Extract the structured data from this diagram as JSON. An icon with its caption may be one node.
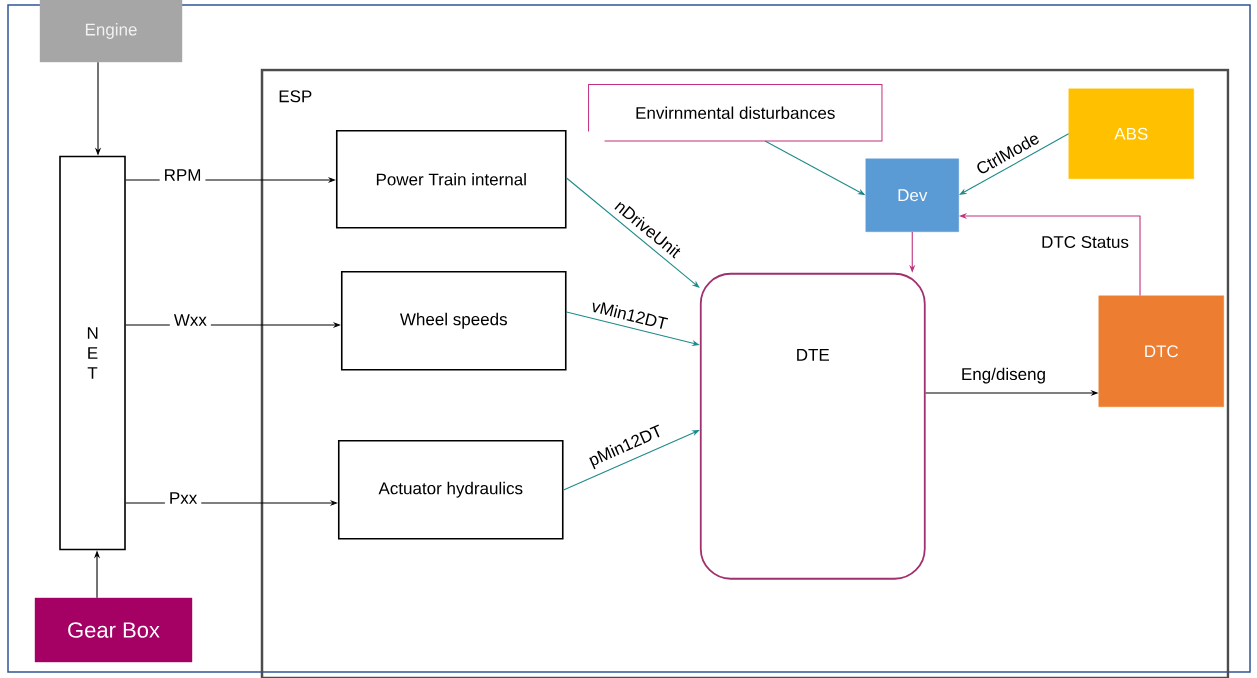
{
  "diagram": {
    "nodes": [
      {
        "text": [
          "Engine"
        ]
      },
      {
        "text": [
          "N E T"
        ]
      },
      {
        "text": [
          "Gear Box"
        ]
      },
      {
        "text": [
          "ESP"
        ]
      },
      {
        "text": [
          "Power Train internal"
        ],
        "in": 3
      },
      {
        "text": [
          "Wheel speeds"
        ],
        "in": 3
      },
      {
        "text": [
          "Actuator hydraulics"
        ],
        "in": 3
      },
      {
        "text": [
          "Envirnmental disturbances"
        ],
        "in": 3
      },
      {
        "text": [
          "Dev"
        ],
        "in": 3
      },
      {
        "text": [
          "ABS"
        ],
        "in": 3
      },
      {
        "text": [
          "DTE"
        ],
        "in": 3
      },
      {
        "text": [
          "DTC"
        ],
        "in": 3
      }
    ],
    "edges": [
      {
        "from": 0,
        "to": 1,
        "arrow": "to"
      },
      {
        "from": 2,
        "to": 1,
        "arrow": "to"
      },
      {
        "from": 1,
        "to": 4,
        "arrow": "to",
        "label": "RPM"
      },
      {
        "from": 1,
        "to": 5,
        "arrow": "to",
        "label": "Wxx"
      },
      {
        "from": 1,
        "to": 6,
        "arrow": "to",
        "label": "Pxx"
      },
      {
        "from": 4,
        "to": 10,
        "arrow": "to",
        "label": "nDriveUnit",
        "color": "#1f8a8a"
      },
      {
        "from": 5,
        "to": 10,
        "arrow": "to",
        "label": "vMin12DT",
        "color": "#1f8a8a"
      },
      {
        "from": 6,
        "to": 10,
        "arrow": "to",
        "label": "pMin12DT",
        "color": "#1f8a8a"
      },
      {
        "from": 7,
        "to": 8,
        "arrow": "to",
        "color": "#1f8a8a"
      },
      {
        "from": 9,
        "to": 8,
        "arrow": "to",
        "label": "CtrlMode",
        "color": "#1f8a8a"
      },
      {
        "from": 8,
        "to": 10,
        "arrow": "to",
        "color": "#c0307e"
      },
      {
        "from": 11,
        "to": 8,
        "arrow": "to",
        "label": "DTC Status",
        "color": "#c0307e"
      },
      {
        "from": 10,
        "to": 11,
        "arrow": "to",
        "label": "Eng/diseng"
      }
    ]
  }
}
